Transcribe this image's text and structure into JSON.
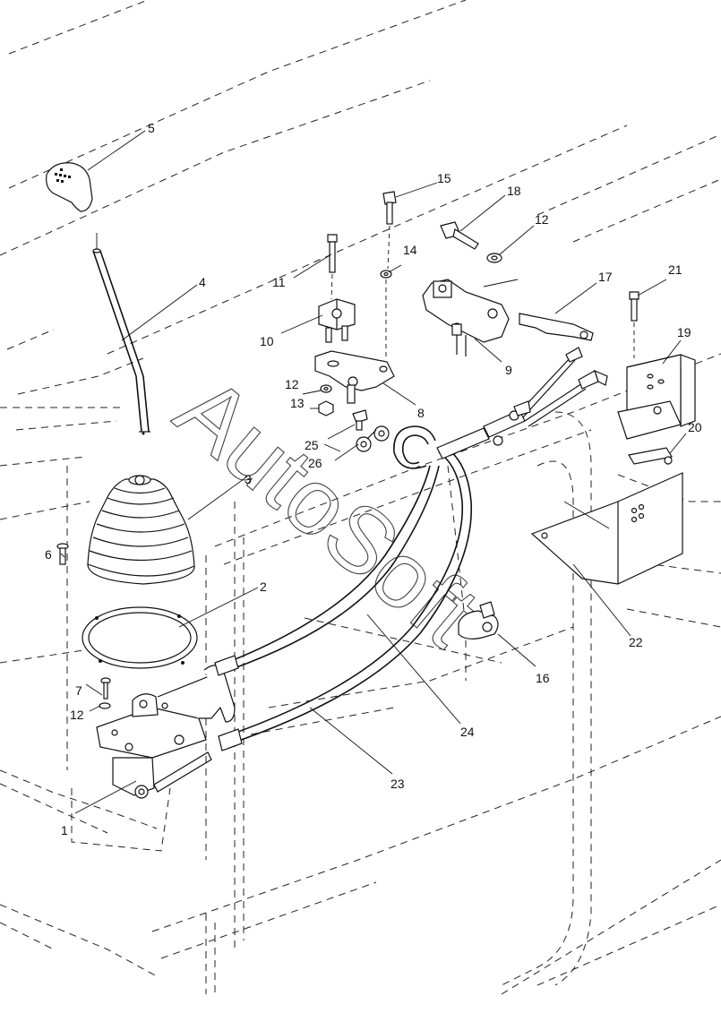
{
  "watermark": "AutoSoft",
  "callouts": [
    {
      "id": "1",
      "text": "1"
    },
    {
      "id": "2",
      "text": "2"
    },
    {
      "id": "3",
      "text": "3"
    },
    {
      "id": "4",
      "text": "4"
    },
    {
      "id": "5",
      "text": "5"
    },
    {
      "id": "6",
      "text": "6"
    },
    {
      "id": "7",
      "text": "7"
    },
    {
      "id": "8",
      "text": "8"
    },
    {
      "id": "9",
      "text": "9"
    },
    {
      "id": "10",
      "text": "10"
    },
    {
      "id": "11",
      "text": "11"
    },
    {
      "id": "12a",
      "text": "12"
    },
    {
      "id": "12b",
      "text": "12"
    },
    {
      "id": "12c",
      "text": "12"
    },
    {
      "id": "13",
      "text": "13"
    },
    {
      "id": "14",
      "text": "14"
    },
    {
      "id": "15",
      "text": "15"
    },
    {
      "id": "16",
      "text": "16"
    },
    {
      "id": "17",
      "text": "17"
    },
    {
      "id": "18",
      "text": "18"
    },
    {
      "id": "19",
      "text": "19"
    },
    {
      "id": "20",
      "text": "20"
    },
    {
      "id": "21",
      "text": "21"
    },
    {
      "id": "22",
      "text": "22"
    },
    {
      "id": "23",
      "text": "23"
    },
    {
      "id": "24",
      "text": "24"
    },
    {
      "id": "25",
      "text": "25"
    },
    {
      "id": "26",
      "text": "26"
    }
  ]
}
